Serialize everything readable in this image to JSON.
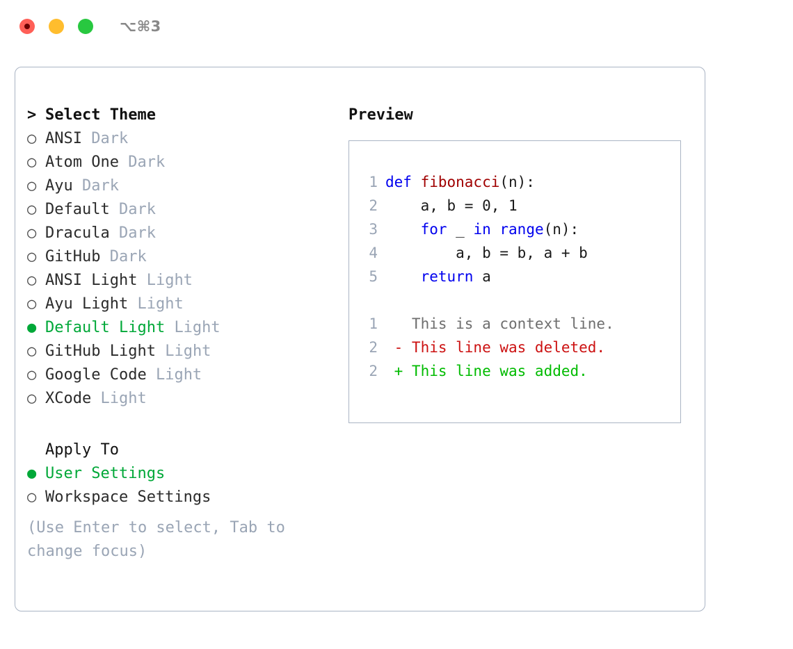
{
  "titlebar": {
    "lights": [
      {
        "name": "close-button",
        "color": "#ff5f57"
      },
      {
        "name": "minimize-button",
        "color": "#ffbd2e"
      },
      {
        "name": "maximize-button",
        "color": "#28c840"
      }
    ],
    "shortcut": "⌥⌘3"
  },
  "theme_picker": {
    "header_marker": ">",
    "header_label": "Select Theme",
    "marker_selected": "●",
    "marker_unselected": "○",
    "accent_color": "#00a838",
    "tag_color": "#9aa5b5",
    "items": [
      {
        "marker": "○",
        "label": "ANSI",
        "tag": "Dark",
        "selected": false
      },
      {
        "marker": "○",
        "label": "Atom One",
        "tag": "Dark",
        "selected": false
      },
      {
        "marker": "○",
        "label": "Ayu",
        "tag": "Dark",
        "selected": false
      },
      {
        "marker": "○",
        "label": "Default",
        "tag": "Dark",
        "selected": false
      },
      {
        "marker": "○",
        "label": "Dracula",
        "tag": "Dark",
        "selected": false
      },
      {
        "marker": "○",
        "label": "GitHub",
        "tag": "Dark",
        "selected": false
      },
      {
        "marker": "○",
        "label": "ANSI Light",
        "tag": "Light",
        "selected": false
      },
      {
        "marker": "○",
        "label": "Ayu Light",
        "tag": "Light",
        "selected": false
      },
      {
        "marker": "●",
        "label": "Default Light",
        "tag": "Light",
        "selected": true
      },
      {
        "marker": "○",
        "label": "GitHub Light",
        "tag": "Light",
        "selected": false
      },
      {
        "marker": "○",
        "label": "Google Code",
        "tag": "Light",
        "selected": false
      },
      {
        "marker": "○",
        "label": "XCode",
        "tag": "Light",
        "selected": false
      }
    ]
  },
  "apply_to": {
    "title": "Apply To",
    "options": [
      {
        "marker": "●",
        "label": "User Settings",
        "selected": true
      },
      {
        "marker": "○",
        "label": "Workspace Settings",
        "selected": false
      }
    ]
  },
  "hint": "(Use Enter to select, Tab to change focus)",
  "preview": {
    "title": "Preview",
    "code_lines": [
      {
        "number": "1",
        "tokens": [
          {
            "text": "def ",
            "type": "kw"
          },
          {
            "text": "fibonacci",
            "type": "fn"
          },
          {
            "text": "(n):",
            "type": "plain"
          }
        ]
      },
      {
        "number": "2",
        "tokens": [
          {
            "text": "    a, b = 0, 1",
            "type": "plain"
          }
        ]
      },
      {
        "number": "3",
        "tokens": [
          {
            "text": "    ",
            "type": "plain"
          },
          {
            "text": "for",
            "type": "kw"
          },
          {
            "text": " _ ",
            "type": "plain"
          },
          {
            "text": "in ",
            "type": "kw"
          },
          {
            "text": "range",
            "type": "kw"
          },
          {
            "text": "(n):",
            "type": "plain"
          }
        ]
      },
      {
        "number": "4",
        "tokens": [
          {
            "text": "        a, b = b, a + b",
            "type": "plain"
          }
        ]
      },
      {
        "number": "5",
        "tokens": [
          {
            "text": "    ",
            "type": "plain"
          },
          {
            "text": "return",
            "type": "kw"
          },
          {
            "text": " a",
            "type": "plain"
          }
        ]
      }
    ],
    "diff_lines": [
      {
        "number": "1",
        "text": "   This is a context line.",
        "type": "context"
      },
      {
        "number": "2",
        "text": " - This line was deleted.",
        "type": "del"
      },
      {
        "number": "2",
        "text": " + This line was added.",
        "type": "add"
      }
    ]
  }
}
